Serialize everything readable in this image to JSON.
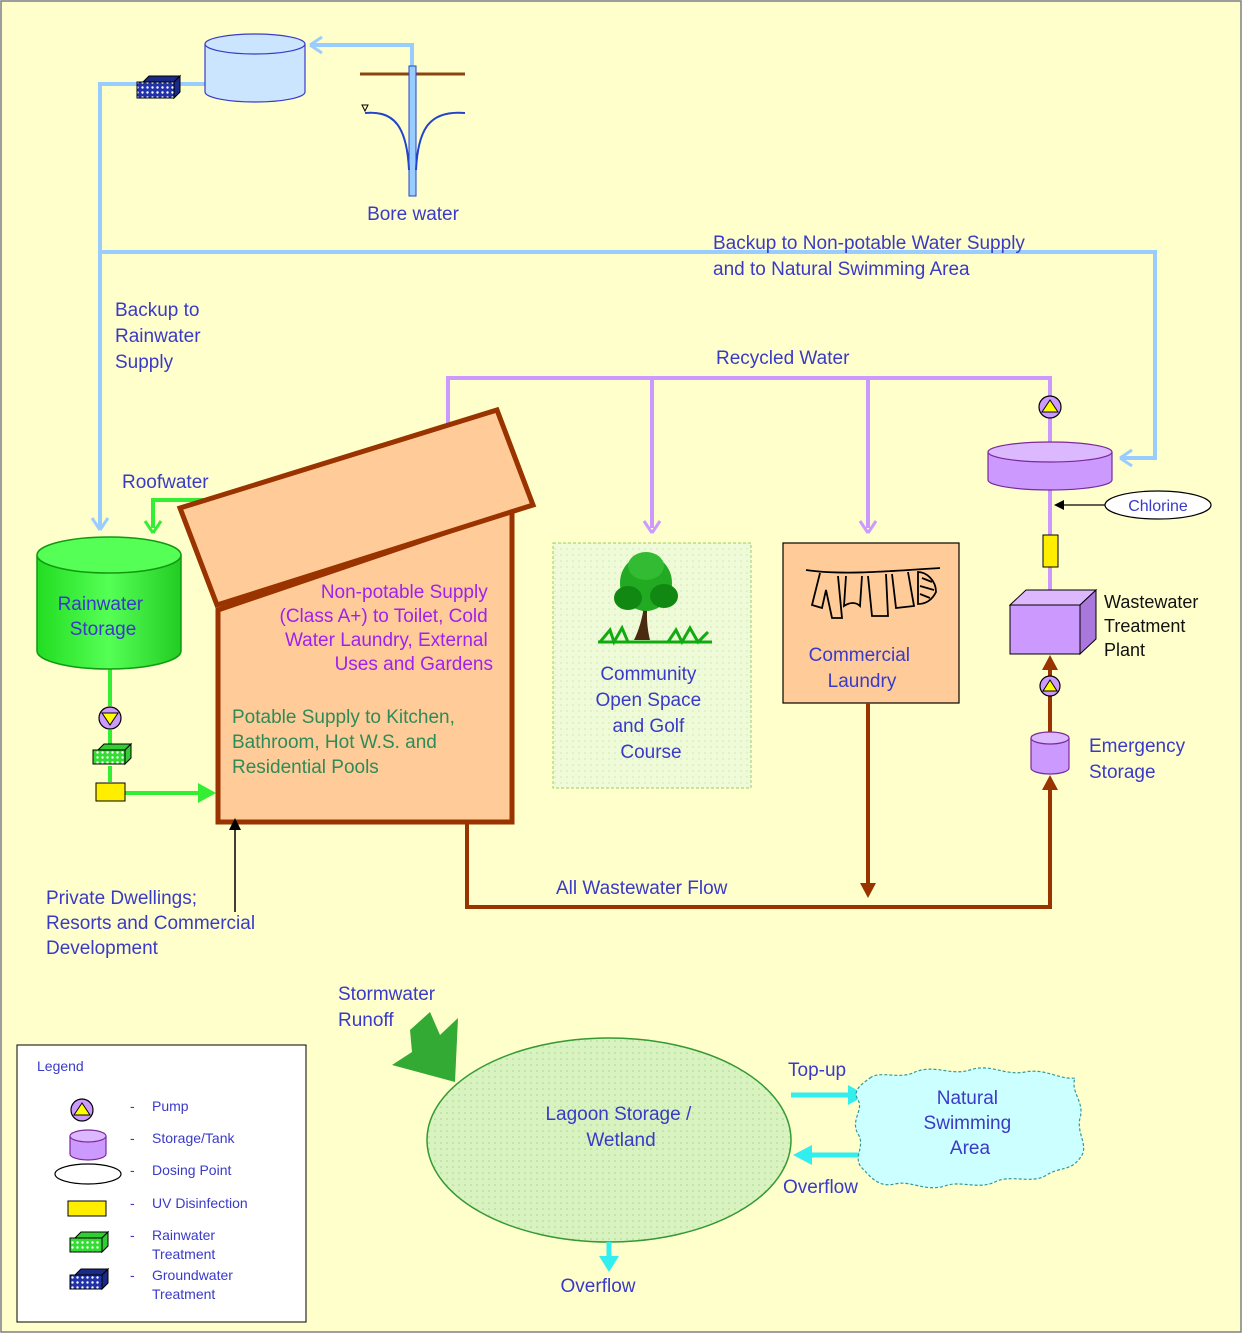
{
  "labels": {
    "bore_water": "Bore water",
    "backup_rainwater": [
      "Backup to",
      "Rainwater",
      "Supply"
    ],
    "backup_nonpotable": [
      "Backup to Non-potable Water Supply",
      "and to Natural Swimming Area"
    ],
    "recycled_water": "Recycled Water",
    "roofwater": "Roofwater",
    "rainwater_storage": [
      "Rainwater",
      "Storage"
    ],
    "nonpotable_supply": [
      "Non-potable Supply",
      "(Class A+) to Toilet, Cold",
      "Water Laundry, External",
      "Uses and Gardens"
    ],
    "potable_supply": [
      "Potable Supply to Kitchen,",
      "Bathroom, Hot W.S. and",
      "Residential Pools"
    ],
    "community": [
      "Community",
      "Open Space",
      "and Golf",
      "Course"
    ],
    "laundry": [
      "Commercial",
      "Laundry"
    ],
    "chlorine": "Chlorine",
    "wwtp": [
      "Wastewater",
      "Treatment",
      "Plant"
    ],
    "emergency": [
      "Emergency",
      "Storage"
    ],
    "all_wastewater": "All Wastewater Flow",
    "dwellings": [
      "Private Dwellings;",
      "Resorts and Commercial",
      "Development"
    ],
    "stormwater": [
      "Stormwater",
      "Runoff"
    ],
    "lagoon": [
      "Lagoon Storage /",
      "Wetland"
    ],
    "topup": "Top-up",
    "swim": [
      "Natural",
      "Swimming",
      "Area"
    ],
    "overflow_right": "Overflow",
    "overflow_bottom": "Overflow"
  },
  "legend": {
    "title": "Legend",
    "items": [
      {
        "icon": "pump-icon",
        "dash": "-",
        "label": [
          "Pump"
        ]
      },
      {
        "icon": "storage-tank-icon",
        "dash": "-",
        "label": [
          "Storage/Tank"
        ]
      },
      {
        "icon": "dosing-point-icon",
        "dash": "-",
        "label": [
          "Dosing Point"
        ]
      },
      {
        "icon": "uv-disinfection-icon",
        "dash": "-",
        "label": [
          "UV Disinfection"
        ]
      },
      {
        "icon": "rainwater-treatment-icon",
        "dash": "-",
        "label": [
          "Rainwater",
          "Treatment"
        ]
      },
      {
        "icon": "groundwater-treatment-icon",
        "dash": "-",
        "label": [
          "Groundwater",
          "Treatment"
        ]
      }
    ]
  },
  "colors": {
    "background": "#ffffcc",
    "border": "#7f7f7f",
    "text": "#3a3ac8",
    "bore_line": "#99ccff",
    "recycled_line": "#cc99ff",
    "green_line": "#33ee33",
    "wastewater_line": "#993300",
    "cyan_arrow": "#33eeee",
    "storm_arrow": "#33aa33",
    "building_fill": "#ffcc99",
    "building_stroke": "#993300",
    "tank_purple": "#cc99ff",
    "uv_yellow": "#ffee00",
    "lagoon_fill": "#ddf5c8",
    "swim_fill": "#ccffff"
  }
}
